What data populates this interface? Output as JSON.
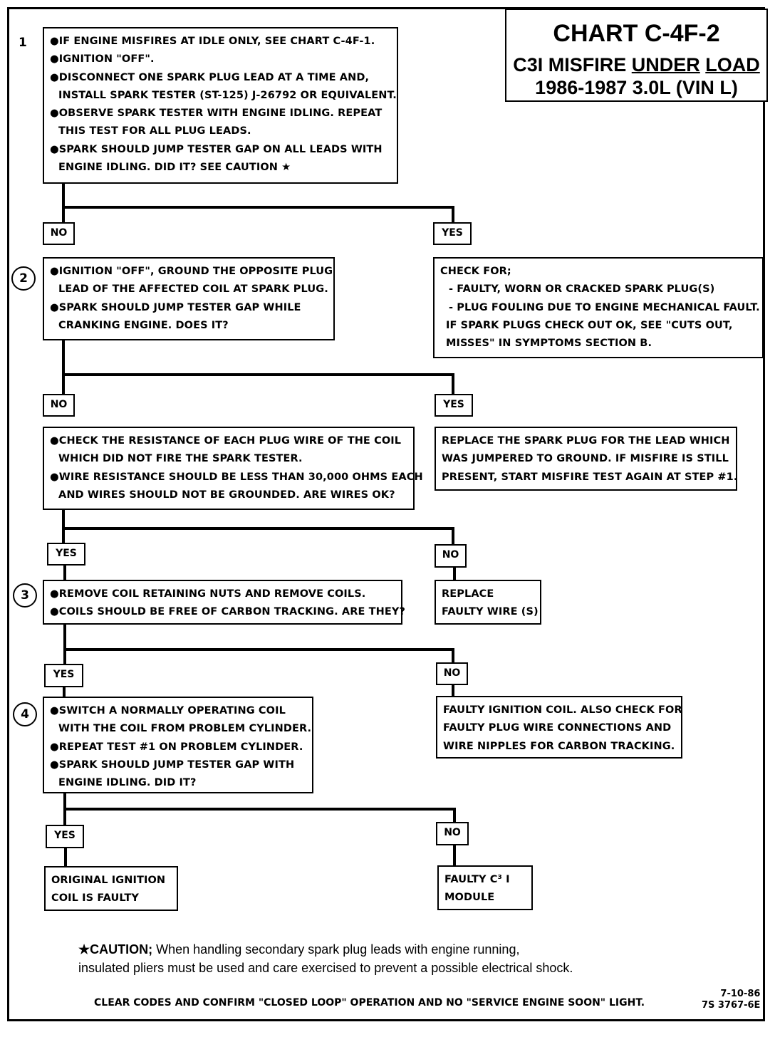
{
  "title": {
    "chart": "CHART C-4F-2",
    "line2_pre": "C3I MISFIRE ",
    "line2_u1": "UNDER",
    "line2_u2": "LOAD",
    "line3": "1986-1987 3.0L (VIN L)"
  },
  "steps": {
    "s1": "1",
    "s2": "2",
    "s3": "3",
    "s4": "4"
  },
  "box1": {
    "lines": [
      "●IF ENGINE MISFIRES AT IDLE ONLY, SEE CHART C-4F-1.",
      "●IGNITION \"OFF\".",
      "●DISCONNECT ONE SPARK PLUG LEAD AT A TIME AND,",
      "INSTALL SPARK TESTER (ST-125) J-26792 OR EQUIVALENT.",
      "●OBSERVE SPARK TESTER WITH ENGINE IDLING.  REPEAT",
      "THIS TEST FOR ALL PLUG LEADS.",
      "●SPARK SHOULD JUMP TESTER GAP ON ALL LEADS WITH",
      "ENGINE IDLING.  DID IT?  SEE CAUTION ★"
    ]
  },
  "box2": {
    "lines": [
      "●IGNITION \"OFF\", GROUND THE OPPOSITE PLUG",
      "LEAD OF THE AFFECTED COIL AT SPARK PLUG.",
      "●SPARK SHOULD JUMP TESTER GAP WHILE",
      "CRANKING ENGINE.  DOES IT?"
    ]
  },
  "box2yes": {
    "lines": [
      "CHECK FOR;",
      "- FAULTY, WORN OR CRACKED SPARK PLUG(S)",
      "- PLUG FOULING DUE TO ENGINE MECHANICAL FAULT.",
      "IF SPARK PLUGS CHECK OUT OK, SEE \"CUTS OUT,",
      "MISSES\" IN SYMPTOMS SECTION B."
    ]
  },
  "box3": {
    "lines": [
      "●CHECK THE RESISTANCE OF EACH PLUG WIRE OF THE COIL",
      "WHICH DID NOT FIRE THE SPARK TESTER.",
      "●WIRE RESISTANCE SHOULD BE LESS THAN 30,000 OHMS EACH",
      "AND WIRES SHOULD NOT BE GROUNDED.  ARE WIRES OK?"
    ]
  },
  "box3yes": {
    "lines": [
      "REPLACE THE SPARK PLUG FOR THE LEAD WHICH",
      "WAS JUMPERED TO GROUND.  IF MISFIRE IS STILL",
      "PRESENT, START MISFIRE TEST AGAIN AT STEP #1."
    ]
  },
  "box4": {
    "lines": [
      "●REMOVE COIL RETAINING NUTS AND REMOVE COILS.",
      "●COILS SHOULD BE  FREE OF CARBON TRACKING.  ARE THEY?"
    ]
  },
  "box4no": {
    "lines": [
      "REPLACE",
      "FAULTY WIRE (S)"
    ]
  },
  "box5": {
    "lines": [
      "●SWITCH A NORMALLY OPERATING COIL",
      "WITH THE COIL FROM PROBLEM CYLINDER.",
      "●REPEAT TEST #1 ON PROBLEM CYLINDER.",
      "●SPARK SHOULD JUMP TESTER GAP WITH",
      "ENGINE IDLING.  DID IT?"
    ]
  },
  "box5no": {
    "lines": [
      "FAULTY IGNITION COIL. ALSO CHECK FOR",
      "FAULTY PLUG WIRE CONNECTIONS AND",
      "WIRE NIPPLES FOR CARBON TRACKING."
    ]
  },
  "box6yes": {
    "lines": [
      "ORIGINAL IGNITION",
      "COIL IS FAULTY"
    ]
  },
  "box6no": {
    "lines": [
      "FAULTY C³ I",
      "MODULE"
    ]
  },
  "labels": {
    "yes": "YES",
    "no": "NO"
  },
  "caution": {
    "head": "★CAUTION;",
    "line1": " When handling secondary spark plug leads with engine running,",
    "line2": "insulated pliers must be used and care exercised to prevent a possible electrical shock."
  },
  "footer": {
    "text": "CLEAR CODES AND CONFIRM \"CLOSED LOOP\"  OPERATION AND NO \"SERVICE ENGINE SOON\" LIGHT.",
    "date": "7-10-86",
    "code": "7S 3767-6E"
  }
}
